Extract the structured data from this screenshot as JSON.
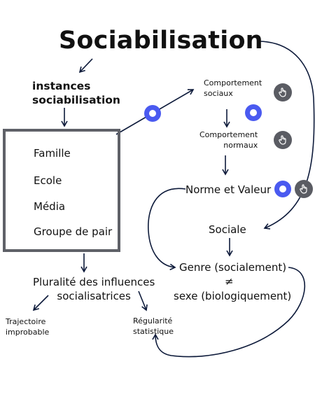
{
  "title": "Sociabilisation",
  "instances": [
    "instances",
    "sociabilisation"
  ],
  "box_items": [
    "Famille",
    "Ecole",
    "Média",
    "Groupe de pair"
  ],
  "comportement_sociaux": [
    "Comportement",
    "sociaux"
  ],
  "comportement_normaux": [
    "Comportement",
    "normaux"
  ],
  "norme": "Norme et Valeur",
  "sociale": "Sociale",
  "genre": "Genre (socialement)",
  "neq": "≠",
  "sexe": "sexe (biologiquement)",
  "pluralite": [
    "Pluralité des influences",
    "socialisatrices"
  ],
  "trajectoire": [
    "Trajectoire",
    "improbable"
  ],
  "regularite": [
    "Régularité",
    "statistique"
  ],
  "colors": {
    "accent_dot": "#4a5af0",
    "box_border": "#5f6168",
    "arrow": "#0d1a3a",
    "hand_button": "#5a5c63"
  },
  "icons": [
    "tap-hand-icon",
    "circle-dot-icon"
  ]
}
